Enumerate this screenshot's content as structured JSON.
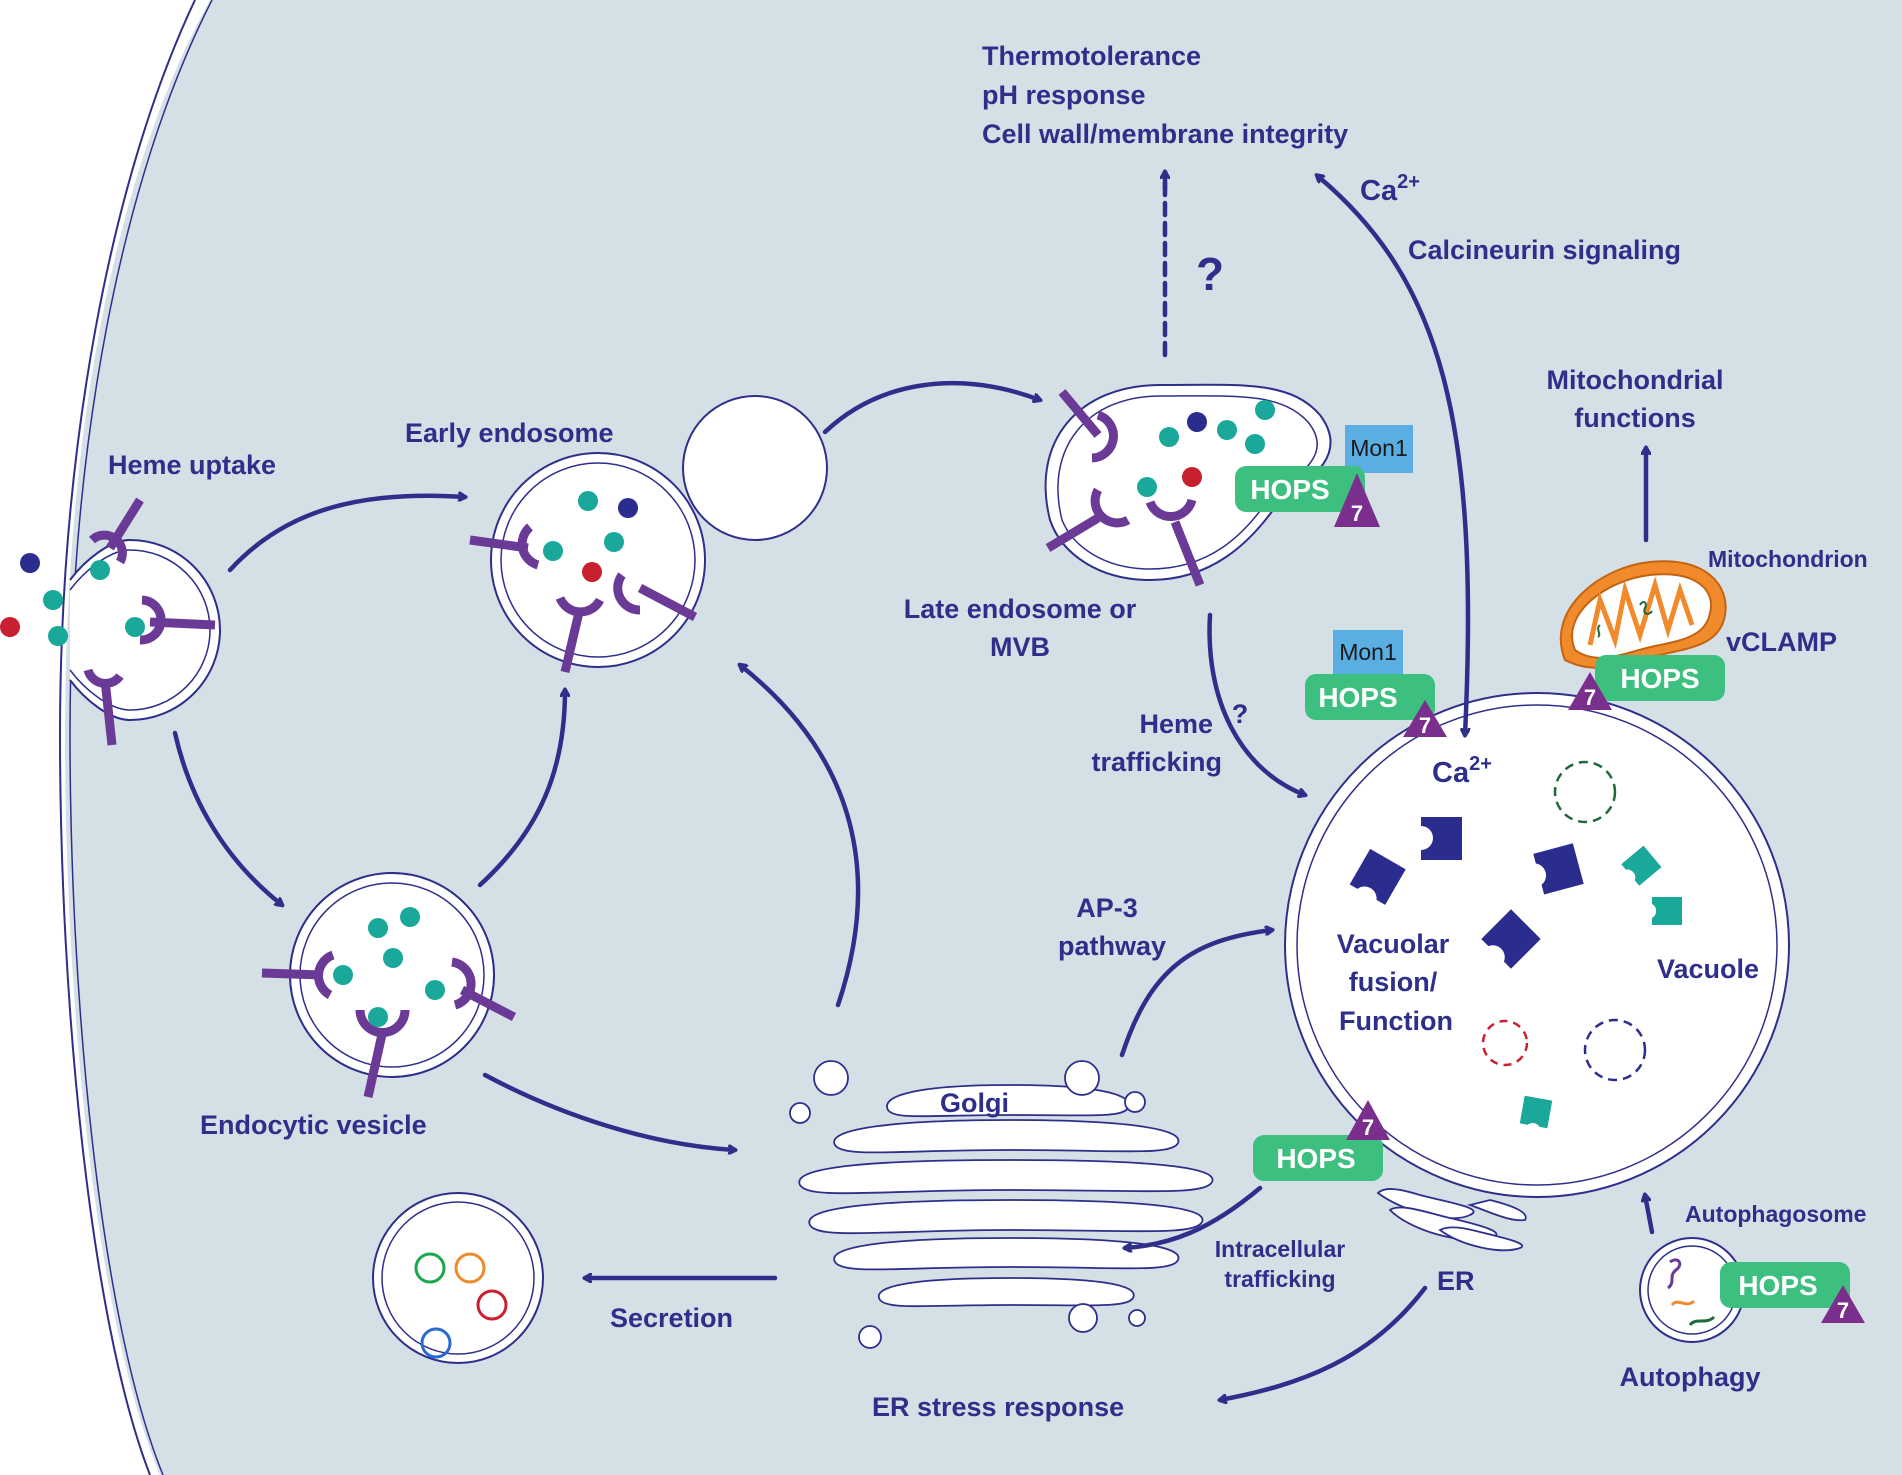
{
  "labels": {
    "heme_uptake": "Heme uptake",
    "early_endosome": "Early endosome",
    "late_endosome_1": "Late endosome or",
    "late_endosome_2": "MVB",
    "endocytic_vesicle": "Endocytic vesicle",
    "golgi": "Golgi",
    "secretion": "Secretion",
    "er": "ER",
    "er_stress": "ER stress response",
    "intracellular_1": "Intracellular",
    "intracellular_2": "trafficking",
    "ap3_1": "AP-3",
    "ap3_2": "pathway",
    "heme_traf_1": "Heme",
    "heme_traf_2": "trafficking",
    "thermo": "Thermotolerance",
    "ph": "pH response",
    "cellwall": "Cell wall/membrane integrity",
    "ca_top": "Ca",
    "ca_vac": "Ca",
    "ca_sup": "2+",
    "calcineurin": "Calcineurin signaling",
    "mito_func_1": "Mitochondrial",
    "mito_func_2": "functions",
    "mitochondrion": "Mitochondrion",
    "vclamp": "vCLAMP",
    "vac_fusion_1": "Vacuolar",
    "vac_fusion_2": "fusion/",
    "vac_fusion_3": "Function",
    "vacuole": "Vacuole",
    "autophagosome": "Autophagosome",
    "autophagy": "Autophagy",
    "question": "?"
  },
  "complex": {
    "hops": "HOPS",
    "mon1": "Mon1",
    "vps41": "7"
  },
  "colors": {
    "background": "#d5e0e6",
    "arrow": "#2e2f8a",
    "receptor": "#6a3a96",
    "teal": "#1aa89a",
    "red": "#c8202f",
    "navy": "#2b2d8e",
    "hops": "#3dbf80",
    "mon1": "#5aaee2",
    "vps41": "#7a2f8c",
    "mitochondrion": "#f08a2b"
  }
}
